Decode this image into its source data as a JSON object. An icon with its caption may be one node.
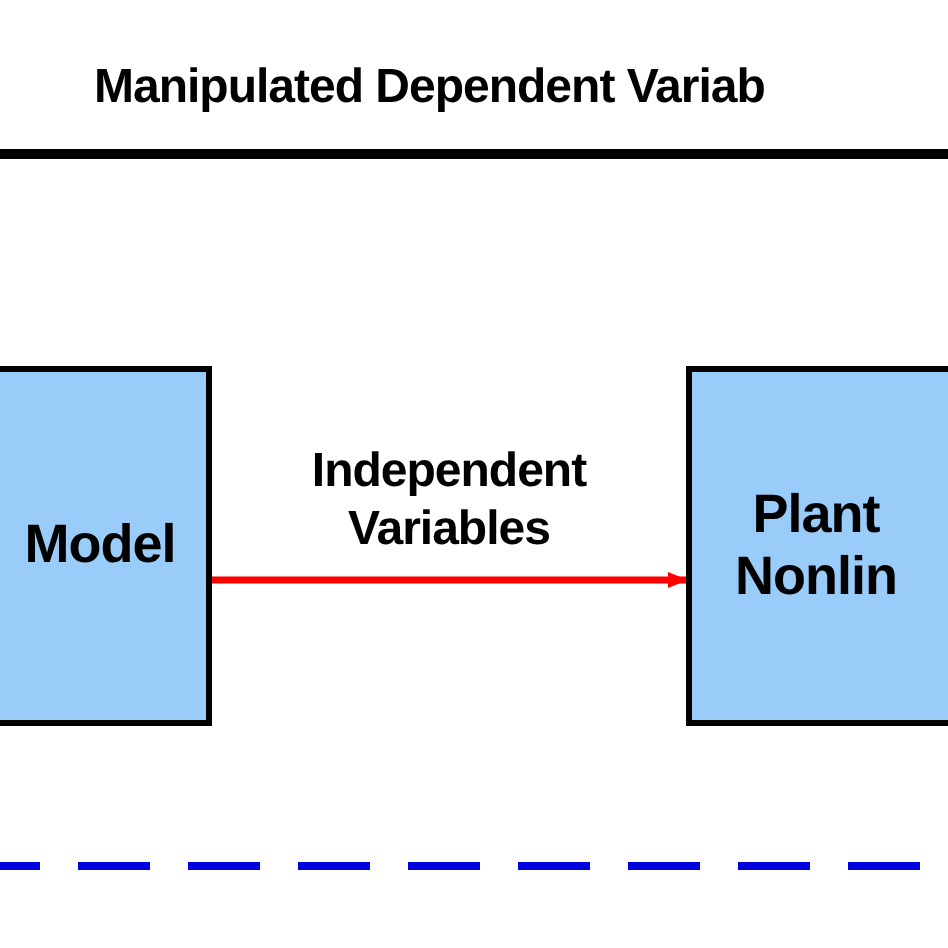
{
  "diagram": {
    "nodes": [
      {
        "text": [
          "Model"
        ]
      },
      {
        "text": [
          "Plant Nonlin"
        ]
      }
    ],
    "edges": [
      {
        "from": 0,
        "to": 1,
        "arrow": "to",
        "label": "Independent Variables",
        "color": "#ff0000"
      }
    ],
    "labels": [
      "Manipulated Dependent Variab"
    ]
  }
}
